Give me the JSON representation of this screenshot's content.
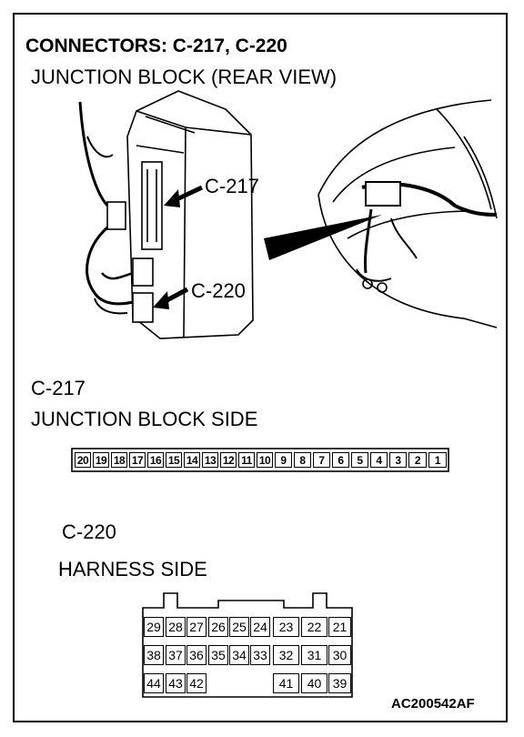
{
  "title": "CONNECTORS: C-217, C-220",
  "subtitle": "JUNCTION BLOCK (REAR VIEW)",
  "callouts": {
    "c217": "C-217",
    "c220": "C-220"
  },
  "c217": {
    "name": "C-217",
    "side": "JUNCTION BLOCK SIDE",
    "pins": [
      "20",
      "19",
      "18",
      "17",
      "16",
      "15",
      "14",
      "13",
      "12",
      "11",
      "10",
      "9",
      "8",
      "7",
      "6",
      "5",
      "4",
      "3",
      "2",
      "1"
    ]
  },
  "c220": {
    "name": "C-220",
    "side": "HARNESS SIDE",
    "rows": [
      [
        "29",
        "28",
        "27",
        "26",
        "25",
        "24",
        "23",
        "22",
        "21"
      ],
      [
        "38",
        "37",
        "36",
        "35",
        "34",
        "33",
        "32",
        "31",
        "30"
      ],
      [
        "44",
        "43",
        "42",
        "",
        "",
        "",
        "41",
        "40",
        "39"
      ]
    ]
  },
  "figure_code": "AC200542AF"
}
